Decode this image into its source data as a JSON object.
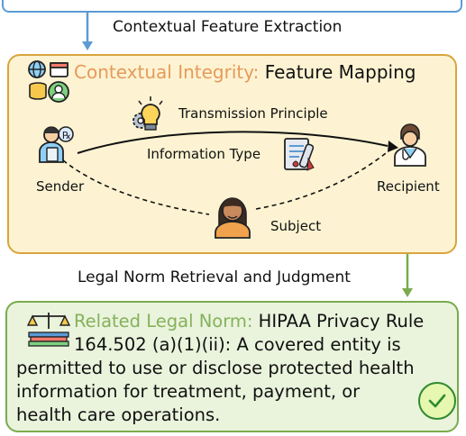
{
  "steps": {
    "extraction_label": "Contextual Feature Extraction",
    "retrieval_label": "Legal Norm Retrieval and Judgment"
  },
  "ci_panel": {
    "title_accent": "Contextual Integrity:",
    "title_rest": " Feature Mapping",
    "transmission_principle": "Transmission Principle",
    "information_type": "Information Type",
    "sender": "Sender",
    "recipient": "Recipient",
    "subject": "Subject",
    "icons": [
      "network-database-user-icon",
      "lightbulb-gear-icon",
      "pharmacist-doctor-icon",
      "medical-record-blood-icon",
      "woman-avatar-icon",
      "doctor-icon"
    ]
  },
  "norm_panel": {
    "title_accent": "Related Legal Norm:",
    "title_rest": " HIPAA Privacy Rule",
    "citation": "164.502 (a)(1)(ii): A covered entity is",
    "body_line2": "permitted to use or disclose protected health",
    "body_line3": "information for treatment, payment, or",
    "body_line4": "health care operations.",
    "icons": [
      "scales-books-icon",
      "check-circle-icon"
    ]
  },
  "colors": {
    "blue": "#5b9bd5",
    "orange_border": "#d8a53d",
    "orange_fill": "#fdf3d2",
    "orange_text": "#e69a5b",
    "green_border": "#7aab4e",
    "green_fill": "#eaf3dc",
    "green_text": "#84b25b"
  }
}
